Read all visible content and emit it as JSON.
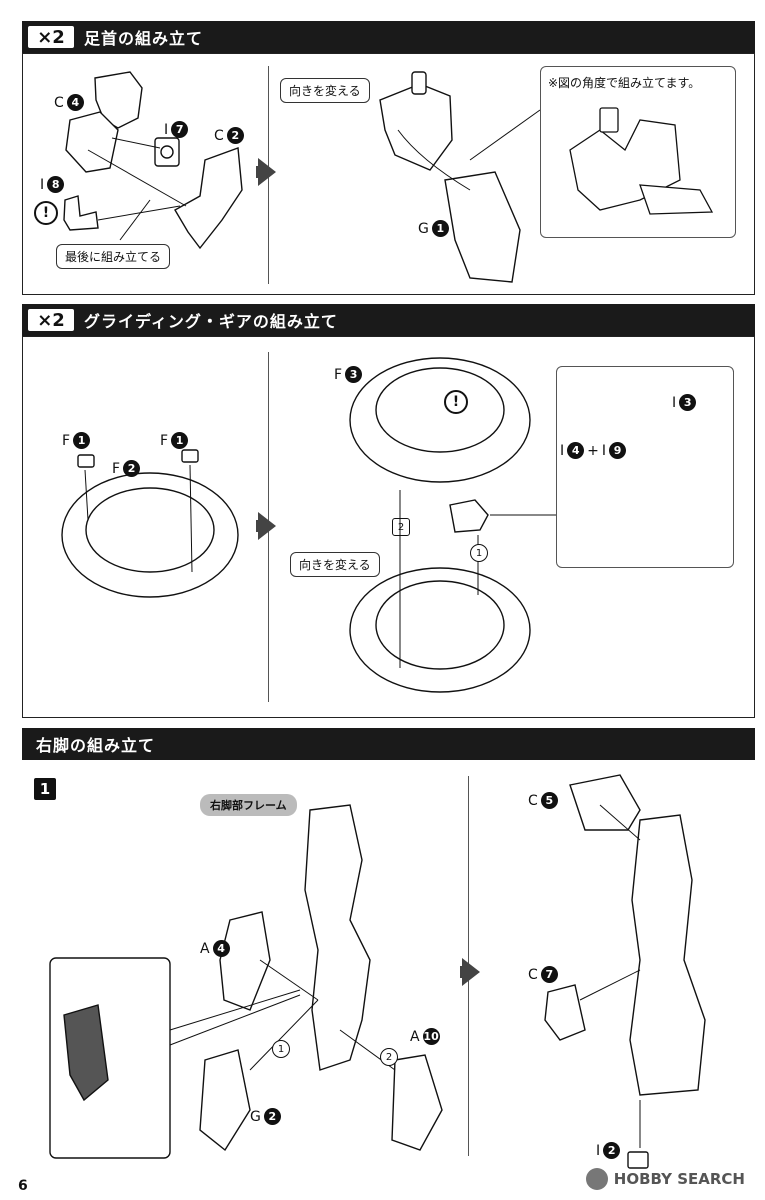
{
  "sections": {
    "s1": {
      "mult": "×2",
      "title": "足首の組み立て"
    },
    "s2": {
      "mult": "×2",
      "title": "グライディング・ギアの組み立て"
    },
    "s3": {
      "title": "右脚の組み立て"
    }
  },
  "s1": {
    "labels": {
      "c4": "C",
      "c4n": "4",
      "i7": "I",
      "i7n": "7",
      "c2": "C",
      "c2n": "2",
      "i8": "I",
      "i8n": "8",
      "g1": "G",
      "g1n": "1"
    },
    "callout_last": "最後に組み立てる",
    "callout_turn": "向きを変える",
    "note": "※図の角度で組み立てます。",
    "warn": "!"
  },
  "s2": {
    "labels": {
      "f1a": "F",
      "f1an": "1",
      "f1b": "F",
      "f1bn": "1",
      "f2": "F",
      "f2n": "2",
      "f3": "F",
      "f3n": "3",
      "i3": "I",
      "i3n": "3",
      "i4": "I",
      "i4n": "4",
      "plus": "+",
      "i9": "I",
      "i9n": "9"
    },
    "callout_turn": "向きを変える",
    "step1": "1",
    "step2": "2",
    "warn": "!"
  },
  "s3": {
    "step": "1",
    "tag": "右脚部フレーム",
    "labels": {
      "a4": "A",
      "a4n": "4",
      "a10": "A",
      "a10n": "10",
      "g2": "G",
      "g2n": "2",
      "c5": "C",
      "c5n": "5",
      "c7": "C",
      "c7n": "7",
      "i2": "I",
      "i2n": "2"
    },
    "step1": "1",
    "step2": "2"
  },
  "footer": {
    "page": "6",
    "watermark": "HOBBY SEARCH"
  }
}
